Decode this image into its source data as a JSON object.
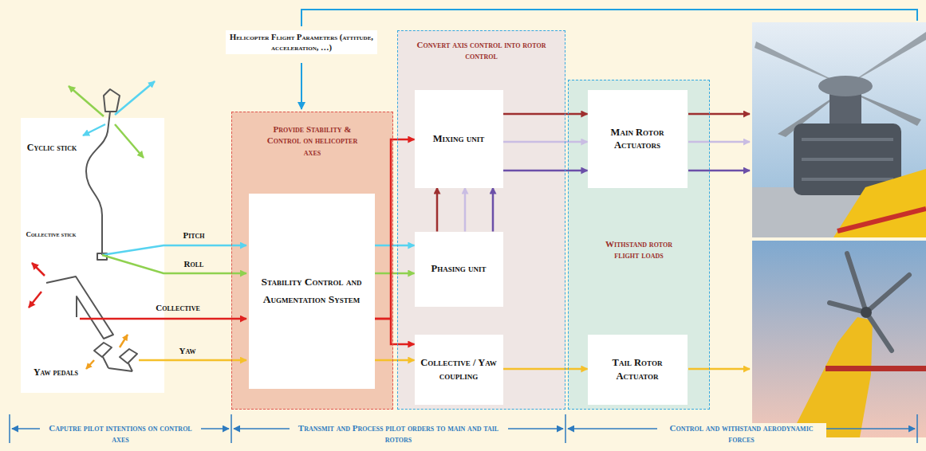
{
  "diagram": {
    "nodes": [
      {
        "text": [
          "Provide Stability & Control on helicopter axes"
        ]
      },
      {
        "text": [
          "Stability Control and Augmentation System"
        ],
        "in": 0
      },
      {
        "text": [
          "Convert axis control into rotor control"
        ]
      },
      {
        "text": [
          "Mixing unit"
        ],
        "in": 2
      },
      {
        "text": [
          "Phasing unit"
        ],
        "in": 2
      },
      {
        "text": [
          "Collective / Yaw coupling"
        ],
        "in": 2
      },
      {
        "text": [
          "Withstand rotor flight loads"
        ]
      },
      {
        "text": [
          "Main Rotor Actuators"
        ],
        "in": 6
      },
      {
        "text": [
          "Tail Rotor Actuator"
        ],
        "in": 6
      }
    ],
    "edges": [
      {
        "from": 1,
        "to": 4,
        "arrow": "to"
      },
      {
        "from": 1,
        "to": 4,
        "arrow": "to"
      },
      {
        "from": 1,
        "to": 3,
        "arrow": "to"
      },
      {
        "from": 1,
        "to": 5,
        "arrow": "to"
      },
      {
        "from": 1,
        "to": 5,
        "arrow": "to"
      },
      {
        "from": 4,
        "to": 3,
        "arrow": "to"
      },
      {
        "from": 4,
        "to": 3,
        "arrow": "to"
      },
      {
        "from": 4,
        "to": 3,
        "arrow": "to"
      },
      {
        "from": 3,
        "to": 7,
        "arrow": "to"
      },
      {
        "from": 3,
        "to": 7,
        "arrow": "to"
      },
      {
        "from": 3,
        "to": 7,
        "arrow": "to"
      },
      {
        "from": 5,
        "to": 8,
        "arrow": "to"
      }
    ],
    "labels": [
      "Helicopter Flight Parameters (attitude, acceleration, …)",
      "Cyclic stick",
      "Collective stick",
      "Yaw pedals",
      "Pitch",
      "Roll",
      "Collective",
      "Yaw",
      "Caputre pilot intentions on control axes",
      "Transmit and Process pilot orders to main and tail rotors",
      "Control and withstand aerodynamic forces"
    ]
  }
}
